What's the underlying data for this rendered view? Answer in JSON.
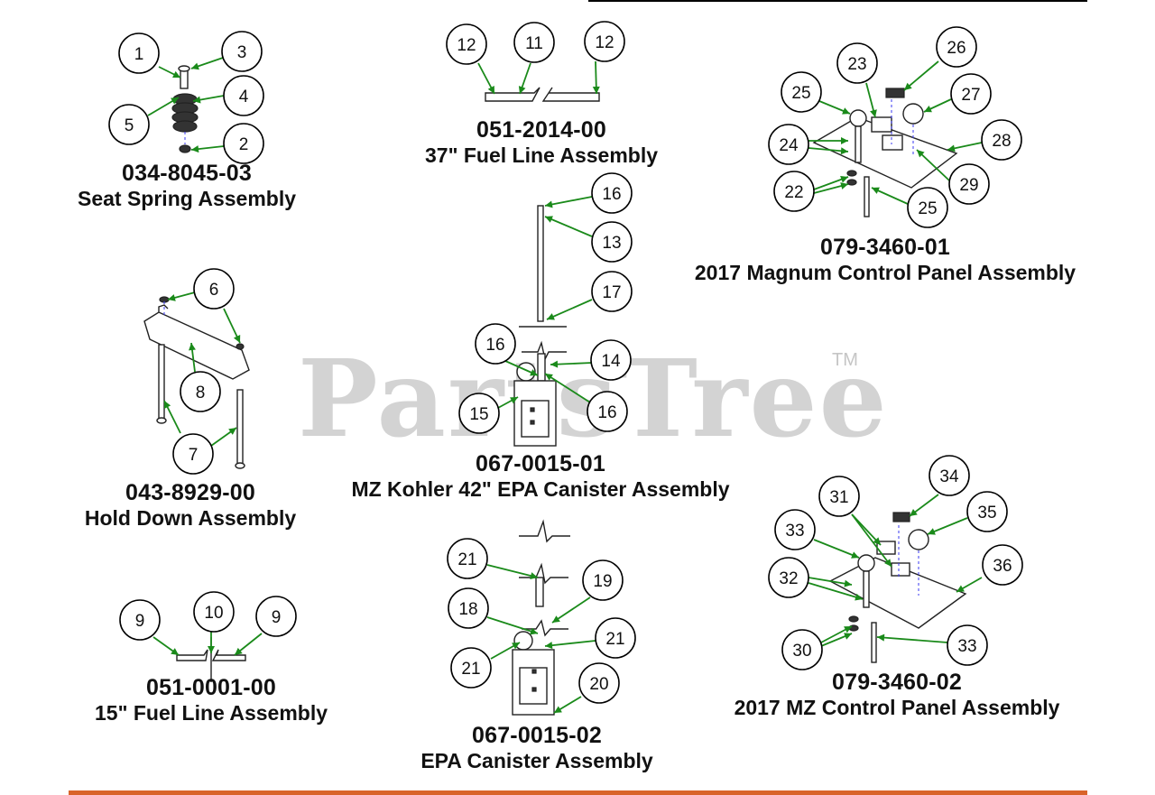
{
  "watermark": {
    "text": "PartsTree",
    "tm": "TM"
  },
  "colors": {
    "leader": "#1a8a1a",
    "hidden_line": "#3a3af0",
    "footer_rule": "#d9642a"
  },
  "assemblies": [
    {
      "part_number": "034-8045-03",
      "title": "Seat Spring Assembly"
    },
    {
      "part_number": "051-2014-00",
      "title": "37\" Fuel Line Assembly"
    },
    {
      "part_number": "079-3460-01",
      "title": "2017 Magnum Control Panel Assembly"
    },
    {
      "part_number": "043-8929-00",
      "title": "Hold Down Assembly"
    },
    {
      "part_number": "067-0015-01",
      "title": "MZ Kohler 42\" EPA Canister Assembly"
    },
    {
      "part_number": "051-0001-00",
      "title": "15\" Fuel Line Assembly"
    },
    {
      "part_number": "067-0015-02",
      "title": "EPA Canister Assembly"
    },
    {
      "part_number": "079-3460-02",
      "title": "2017 MZ Control Panel Assembly"
    }
  ],
  "callouts": [
    "1",
    "3",
    "4",
    "5",
    "2",
    "12",
    "11",
    "12",
    "26",
    "23",
    "27",
    "25",
    "28",
    "24",
    "29",
    "22",
    "25",
    "16",
    "13",
    "17",
    "16",
    "14",
    "15",
    "16",
    "6",
    "8",
    "7",
    "9",
    "10",
    "9",
    "34",
    "31",
    "35",
    "33",
    "36",
    "32",
    "30",
    "33",
    "21",
    "19",
    "18",
    "21",
    "21",
    "20"
  ]
}
